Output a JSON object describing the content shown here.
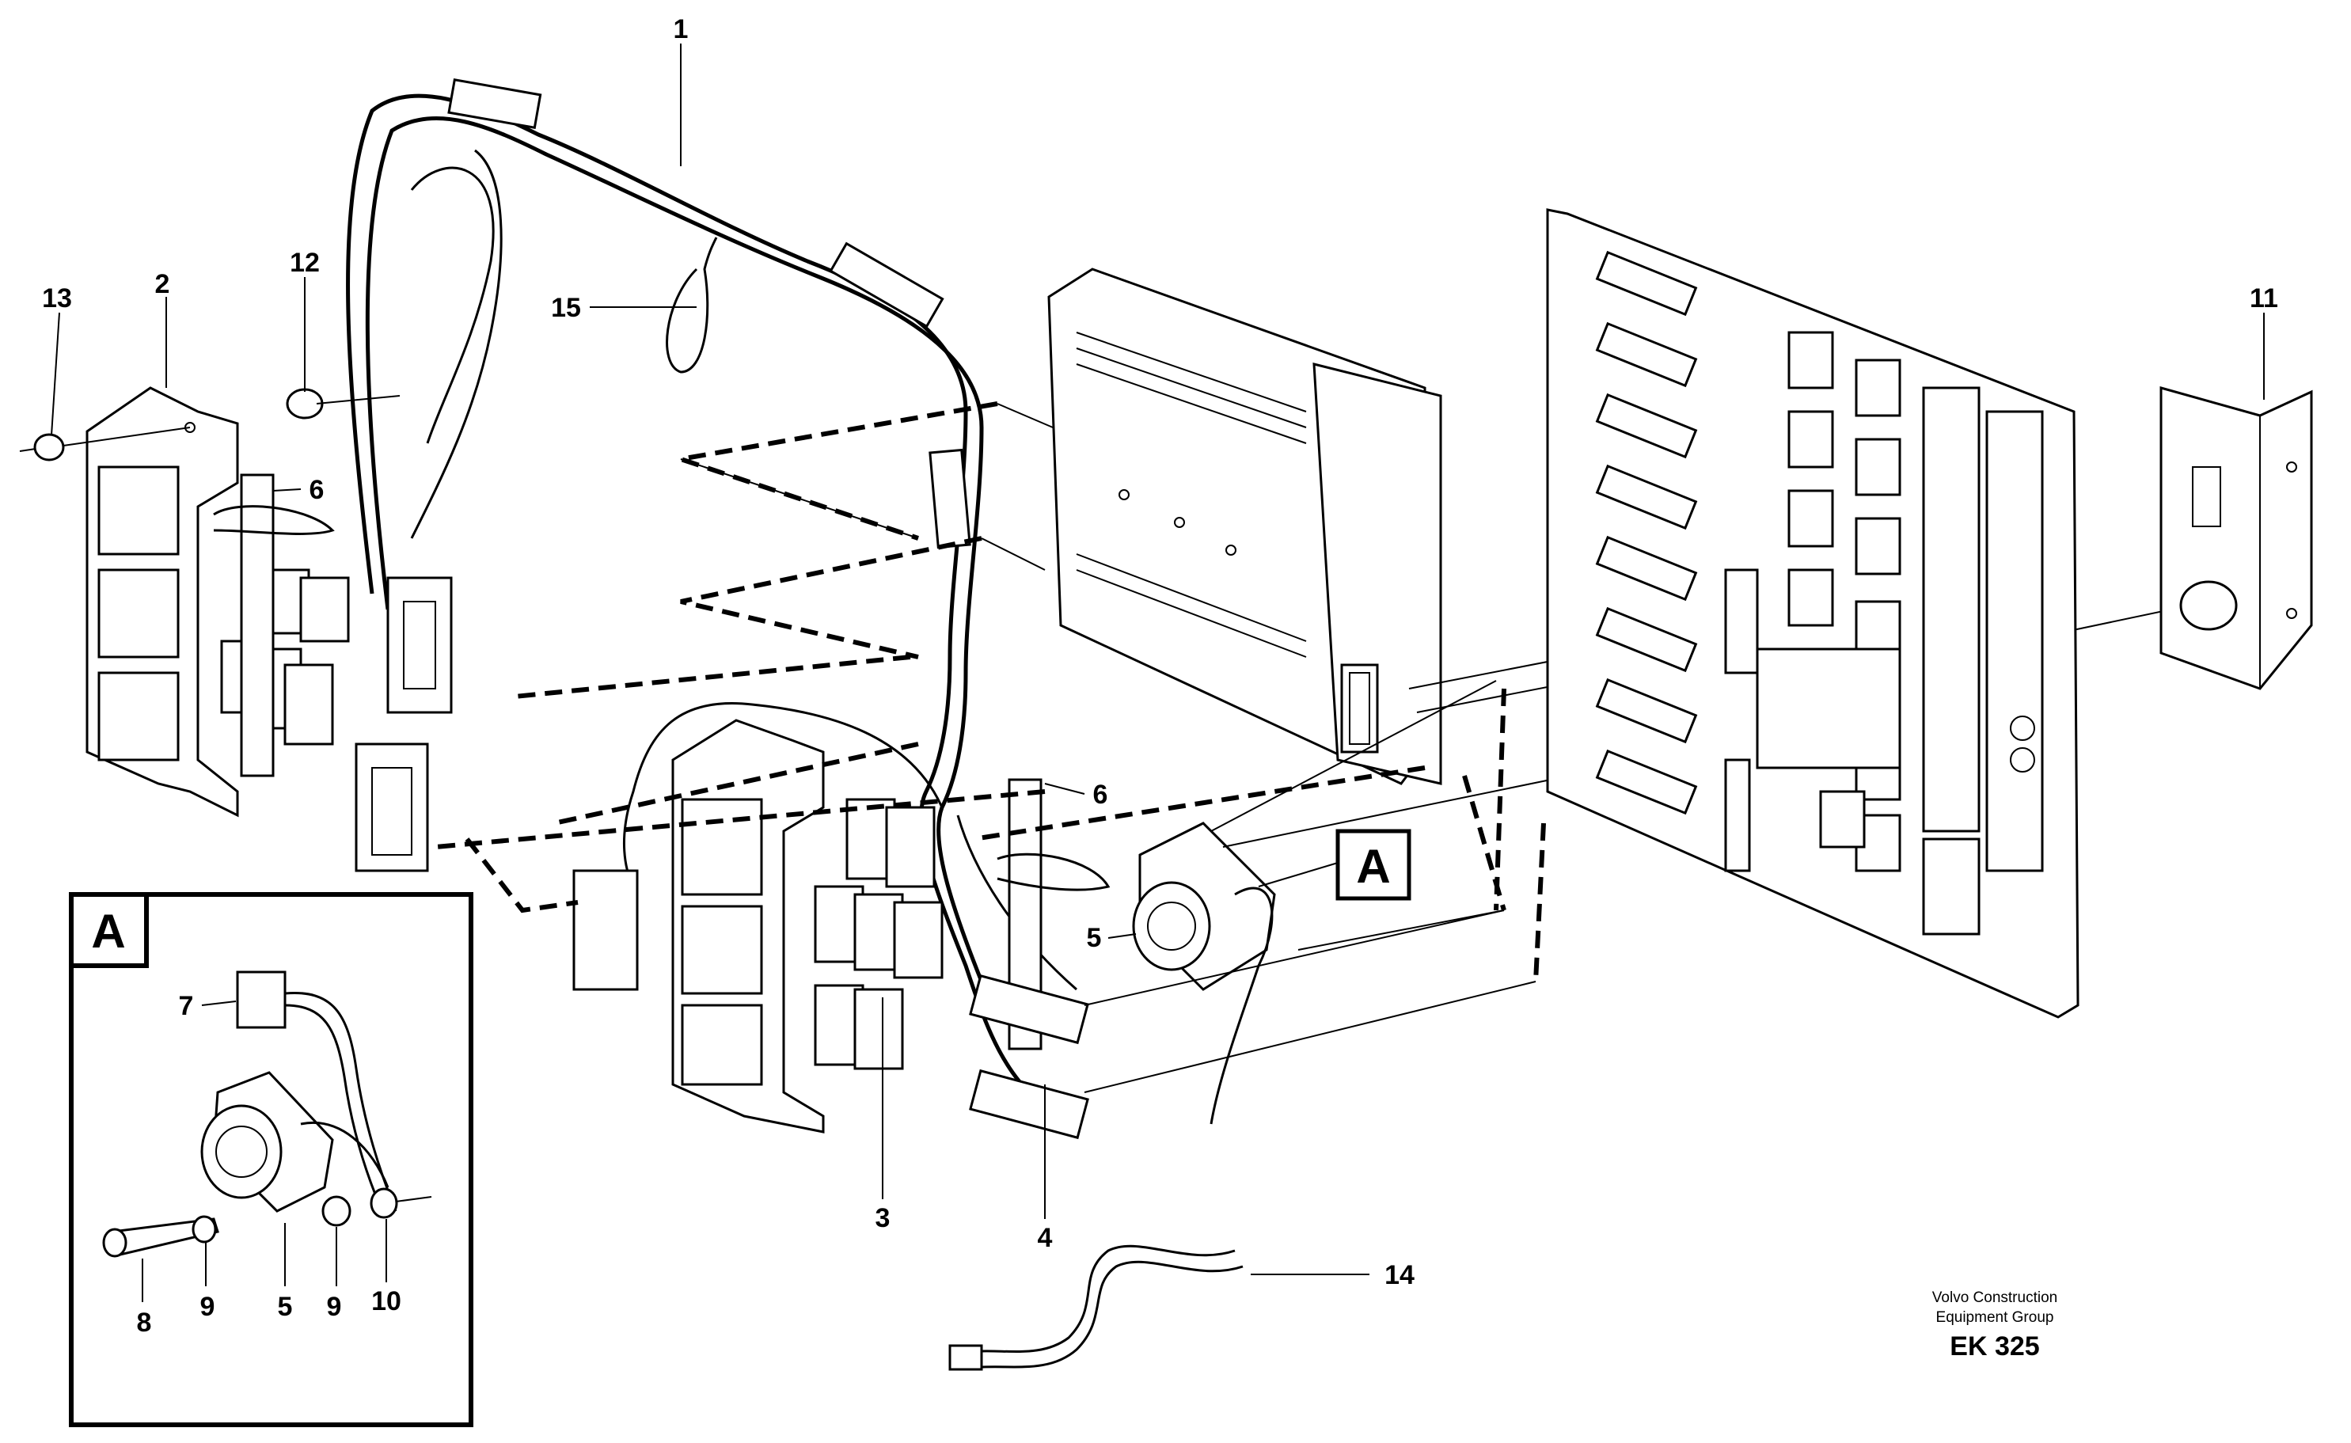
{
  "callouts": [
    "1",
    "2",
    "3",
    "4",
    "5",
    "6",
    "7",
    "8",
    "9",
    "10",
    "11",
    "12",
    "13",
    "14",
    "15"
  ],
  "labels": {
    "n1": "1",
    "n2": "2",
    "n3": "3",
    "n4": "4",
    "n5a": "5",
    "n5b": "5",
    "n6a": "6",
    "n6b": "6",
    "n7": "7",
    "n8": "8",
    "n9a": "9",
    "n9b": "9",
    "n10": "10",
    "n11": "11",
    "n12": "12",
    "n13": "13",
    "n14": "14",
    "n15": "15"
  },
  "detail_marker": "A",
  "detail_inset_title": "A",
  "footer": {
    "line1": "Volvo Construction",
    "line2": "Equipment Group",
    "code": "EK 325"
  }
}
